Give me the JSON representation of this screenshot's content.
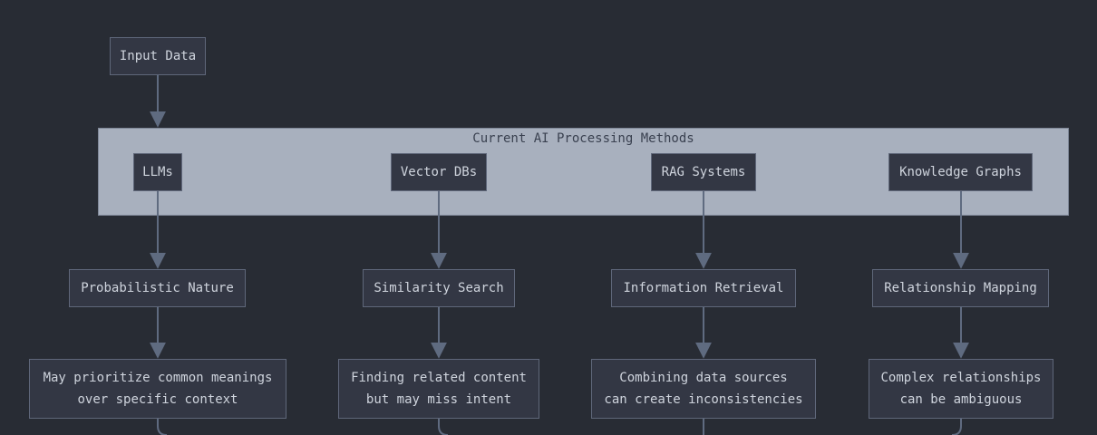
{
  "colors": {
    "background": "#282c34",
    "node_fill": "#333744",
    "node_border": "#5f677a",
    "node_text": "#cfd4dd",
    "cluster_fill": "#a8b0be",
    "cluster_text": "#3a4150",
    "edge": "#5f6b80"
  },
  "diagram": {
    "input": "Input Data",
    "cluster_title": "Current AI Processing Methods",
    "methods": [
      {
        "name": "LLMs",
        "aspect": "Probabilistic Nature",
        "issue": [
          "May prioritize common meanings",
          "over specific context"
        ]
      },
      {
        "name": "Vector DBs",
        "aspect": "Similarity Search",
        "issue": [
          "Finding related content",
          "but may miss intent"
        ]
      },
      {
        "name": "RAG Systems",
        "aspect": "Information Retrieval",
        "issue": [
          "Combining data sources",
          "can create inconsistencies"
        ]
      },
      {
        "name": "Knowledge Graphs",
        "aspect": "Relationship Mapping",
        "issue": [
          "Complex relationships",
          "can be ambiguous"
        ]
      }
    ]
  }
}
